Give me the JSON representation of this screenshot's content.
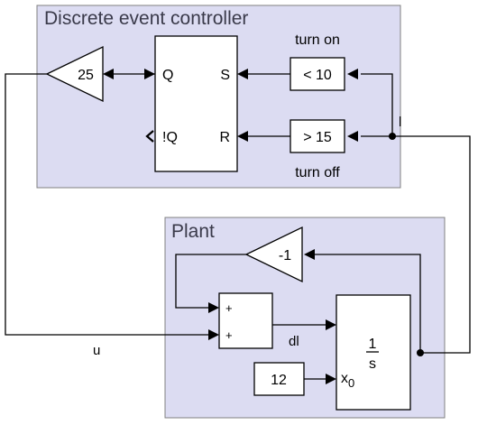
{
  "controller": {
    "title": "Discrete event controller",
    "gain_label": "25",
    "flipflop": {
      "q": "Q",
      "not_q": "!Q",
      "s": "S",
      "r": "R"
    },
    "turn_on": {
      "relation": "< 10",
      "caption": "turn on"
    },
    "turn_off": {
      "relation": "> 15",
      "caption": "turn off"
    },
    "feedback_signal": "l"
  },
  "plant": {
    "title": "Plant",
    "gain_label": "-1",
    "sum_signs": [
      "+",
      "+"
    ],
    "integrator": {
      "numerator": "1",
      "denominator": "s",
      "ic_port": "x",
      "ic_port_sub": "0"
    },
    "initial_condition": "12",
    "sum_output_signal": "dl"
  },
  "input_signal": "u",
  "colors": {
    "subsystem_fill": "#dcdcf2",
    "subsystem_border": "#808080",
    "title_text": "#3a3a4a",
    "block_fill": "#ffffff",
    "line": "#000000"
  }
}
